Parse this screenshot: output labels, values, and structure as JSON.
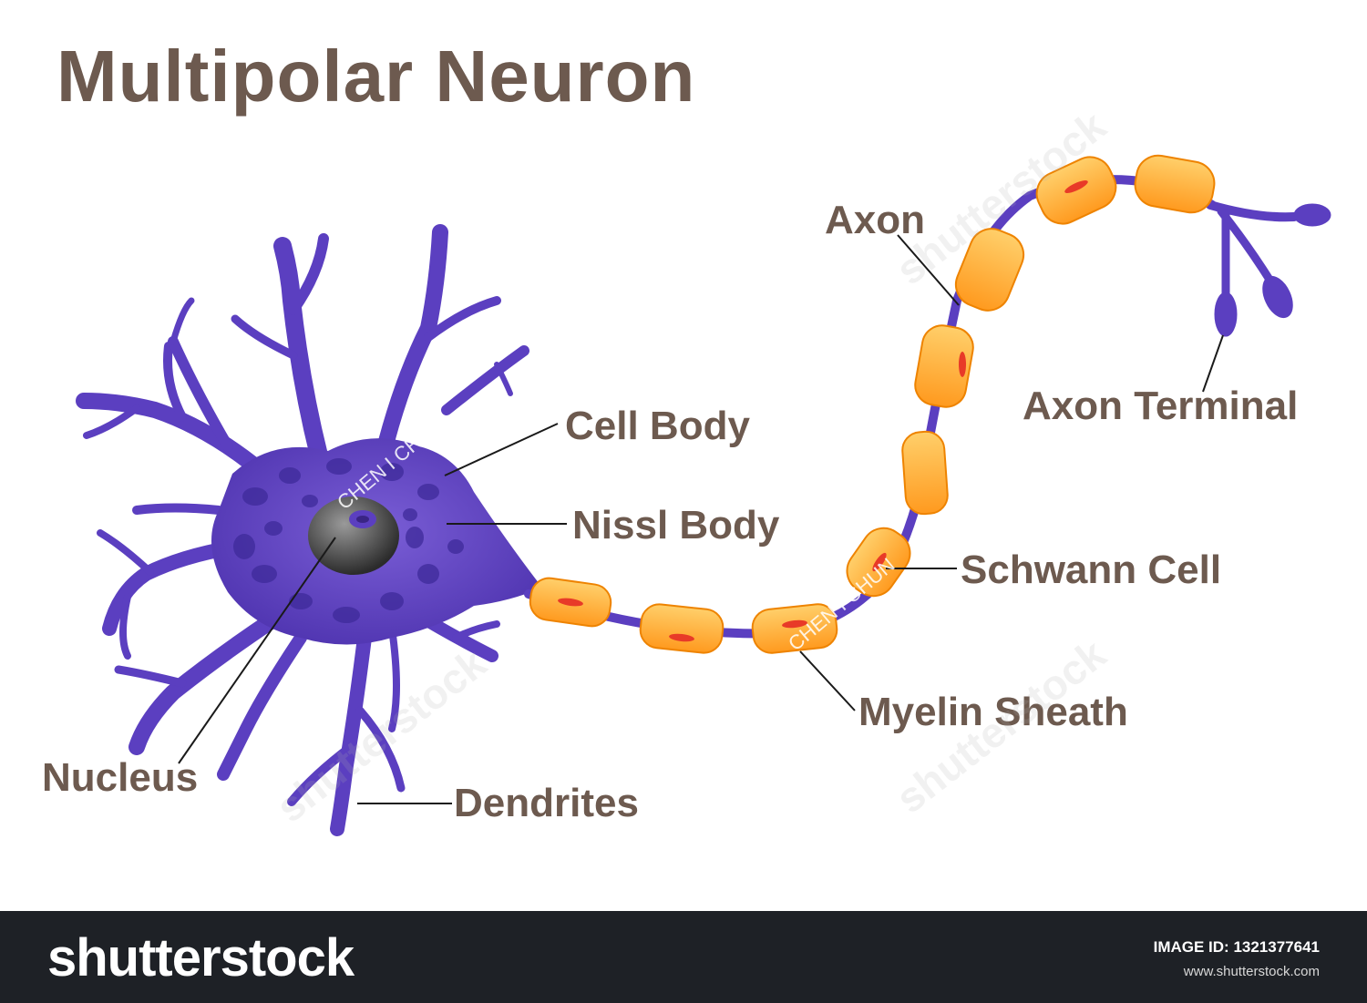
{
  "title": "Multipolar Neuron",
  "labels": {
    "axon": "Axon",
    "axon_terminal": "Axon Terminal",
    "cell_body": "Cell Body",
    "nissl_body": "Nissl Body",
    "schwann_cell": "Schwann Cell",
    "myelin_sheath": "Myelin Sheath",
    "nucleus": "Nucleus",
    "dendrites": "Dendrites"
  },
  "watermark": {
    "author": "CHEN I CHUN",
    "brand": "shutterstock"
  },
  "footer": {
    "brand": "shutterstock",
    "image_id": "IMAGE ID: 1321377641",
    "url": "www.shutterstock.com"
  },
  "colors": {
    "neuron": "#5b3fc0",
    "myelin": "#ffa62b",
    "myelin_edge": "#e97a00",
    "schwann_nucleus": "#e83a28",
    "nucleus": "#3a3a3a",
    "text": "#6d5a4f",
    "footer_bg": "#1e2126"
  }
}
